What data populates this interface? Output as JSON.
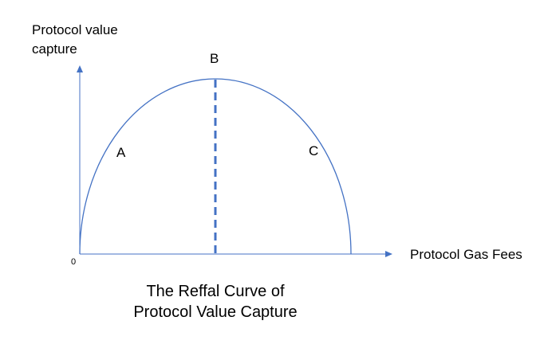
{
  "axes": {
    "y_label_lines": [
      "Protocol value",
      "capture"
    ],
    "x_label": "Protocol Gas Fees",
    "origin_label": "0"
  },
  "points": {
    "a": "A",
    "b": "B",
    "c": "C"
  },
  "caption": {
    "line1": "The Reffal Curve of",
    "line2": "Protocol Value Capture"
  },
  "colors": {
    "axis": "#4472c4",
    "curve": "#4472c4",
    "peak_line": "#4472c4",
    "text": "#000000"
  }
}
